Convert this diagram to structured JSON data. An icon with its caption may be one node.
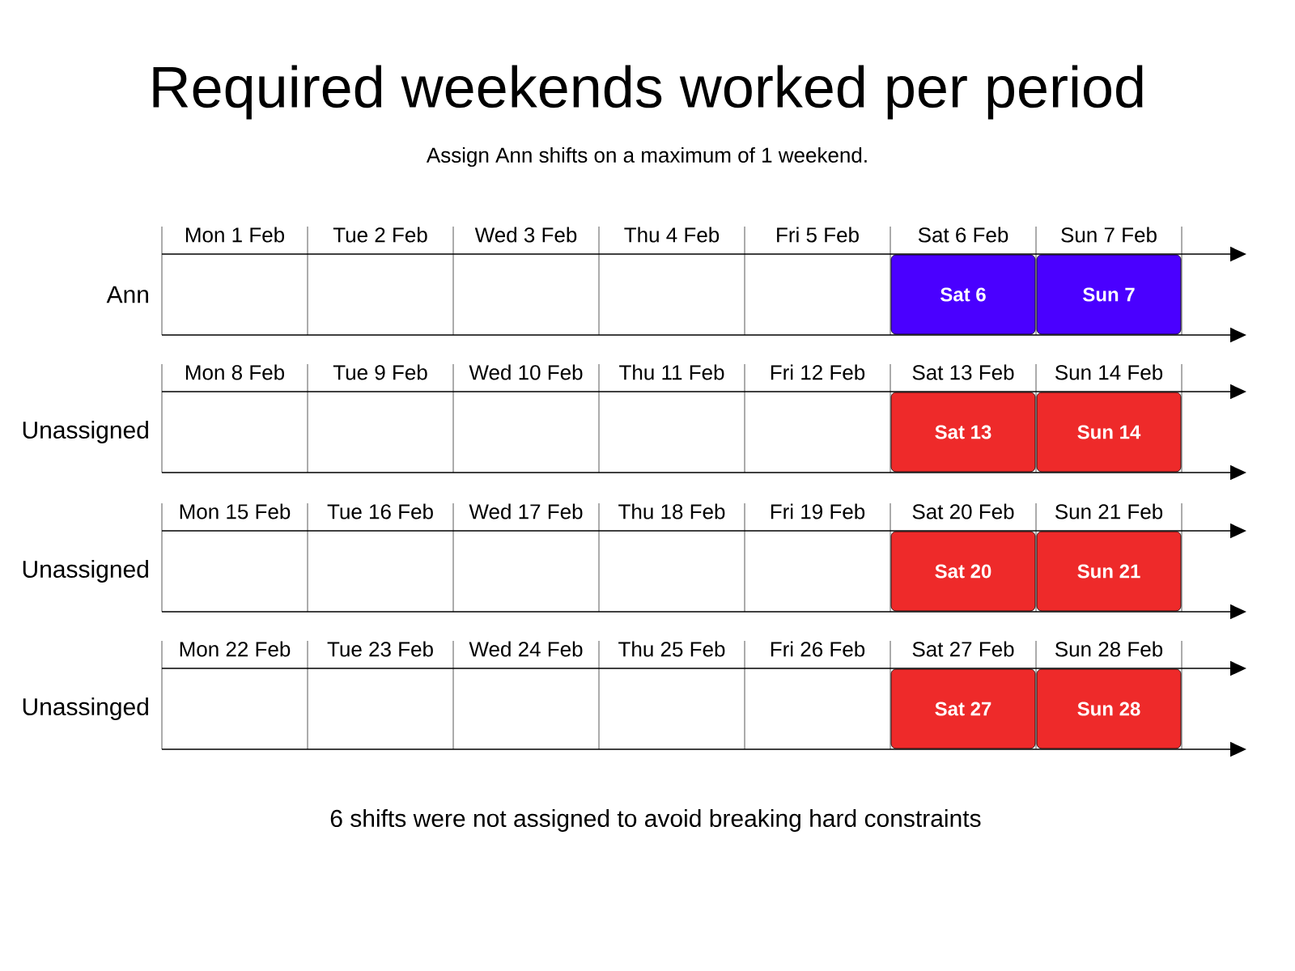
{
  "diagram": {
    "title": "Required weekends worked per period",
    "caption": "6 shifts were not assigned to avoid breaking hard constraints",
    "nodes": [
      {
        "text": [
          "Sat 6"
        ]
      },
      {
        "text": [
          "Sun 7"
        ]
      },
      {
        "text": [
          "Sat 13"
        ]
      },
      {
        "text": [
          "Sun 14"
        ]
      },
      {
        "text": [
          "Sat 20"
        ]
      },
      {
        "text": [
          "Sun 21"
        ]
      },
      {
        "text": [
          "Sat 27"
        ]
      },
      {
        "text": [
          "Sun 28"
        ]
      }
    ],
    "labels": [
      "Assign Ann shifts on a maximum of 1 weekend.",
      "Mon 1 Feb",
      "Tue 2 Feb",
      "Wed 3 Feb",
      "Thu 4 Feb",
      "Fri 5 Feb",
      "Sat 6 Feb",
      "Sun 7 Feb",
      "Ann",
      "Mon 8 Feb",
      "Tue 9 Feb",
      "Wed 10 Feb",
      "Thu 11 Feb",
      "Fri 12 Feb",
      "Sat 13 Feb",
      "Sun 14 Feb",
      "Unassigned",
      "Mon 15 Feb",
      "Tue 16 Feb",
      "Wed 17 Feb",
      "Thu 18 Feb",
      "Fri 19 Feb",
      "Sat 20 Feb",
      "Sun 21 Feb",
      "Unassigned",
      "Mon 22 Feb",
      "Tue 23 Feb",
      "Wed 24 Feb",
      "Thu 25 Feb",
      "Fri 26 Feb",
      "Sat 27 Feb",
      "Sun 28 Feb",
      "Unassinged"
    ]
  }
}
